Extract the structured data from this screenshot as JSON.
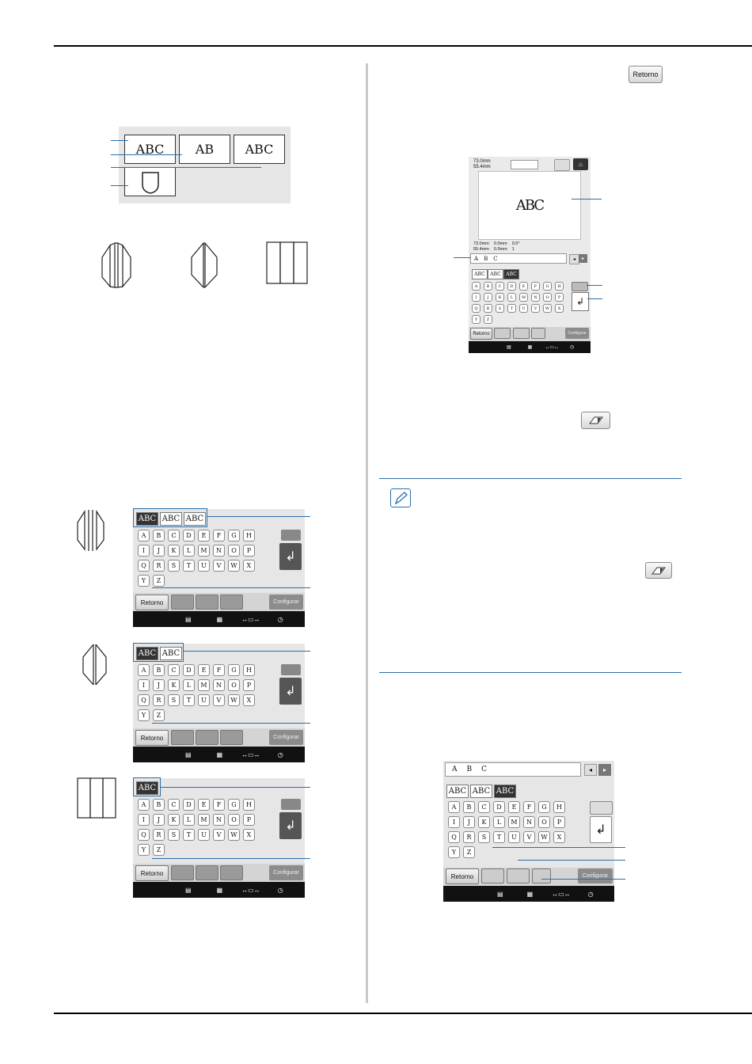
{
  "buttons": {
    "retorno": "Retorno",
    "configurar": "Configurar"
  },
  "top_frames": {
    "labels": [
      "ABC",
      "AB",
      "ABC"
    ]
  },
  "preview_screen": {
    "size_w": "73.0mm",
    "size_h": "55.4mm",
    "size_w2": "73.0mm",
    "size_h2": "55.4mm",
    "offset1": "0.0mm",
    "offset2": "0.0mm",
    "angle": "0.0°",
    "count": "1",
    "monogram": "ABC",
    "input_chars": [
      "A",
      "B",
      "C"
    ],
    "font_tabs": [
      "ABC",
      "ABC",
      "ABC"
    ]
  },
  "keyboard_a": {
    "font_tabs": [
      "ABC",
      "ABC",
      "ABC"
    ],
    "keys": [
      "A",
      "B",
      "C",
      "D",
      "E",
      "F",
      "G",
      "H",
      "I",
      "J",
      "K",
      "L",
      "M",
      "N",
      "O",
      "P",
      "Q",
      "R",
      "S",
      "T",
      "U",
      "V",
      "W",
      "X",
      "Y",
      "Z"
    ]
  },
  "keyboard_b": {
    "font_tabs": [
      "ABC",
      "ABC"
    ],
    "keys": [
      "A",
      "B",
      "C",
      "D",
      "E",
      "F",
      "G",
      "H",
      "I",
      "J",
      "K",
      "L",
      "M",
      "N",
      "O",
      "P",
      "Q",
      "R",
      "S",
      "T",
      "U",
      "V",
      "W",
      "X",
      "Y",
      "Z"
    ]
  },
  "keyboard_c": {
    "font_tabs": [
      "ABC"
    ],
    "keys": [
      "A",
      "B",
      "C",
      "D",
      "E",
      "F",
      "G",
      "H",
      "I",
      "J",
      "K",
      "L",
      "M",
      "N",
      "O",
      "P",
      "Q",
      "R",
      "S",
      "T",
      "U",
      "V",
      "W",
      "X",
      "Y",
      "Z"
    ]
  },
  "keyboard_d": {
    "input_chars": [
      "A",
      "B",
      "C"
    ],
    "font_tabs": [
      "ABC",
      "ABC",
      "ABC"
    ],
    "keys": [
      "A",
      "B",
      "C",
      "D",
      "E",
      "F",
      "G",
      "H",
      "I",
      "J",
      "K",
      "L",
      "M",
      "N",
      "O",
      "P",
      "Q",
      "R",
      "S",
      "T",
      "U",
      "V",
      "W",
      "X",
      "Y",
      "Z"
    ]
  },
  "colors": {
    "accent_blue": "#2b6ea8",
    "panel_gray": "#e6e6e6",
    "status_black": "#111111"
  }
}
